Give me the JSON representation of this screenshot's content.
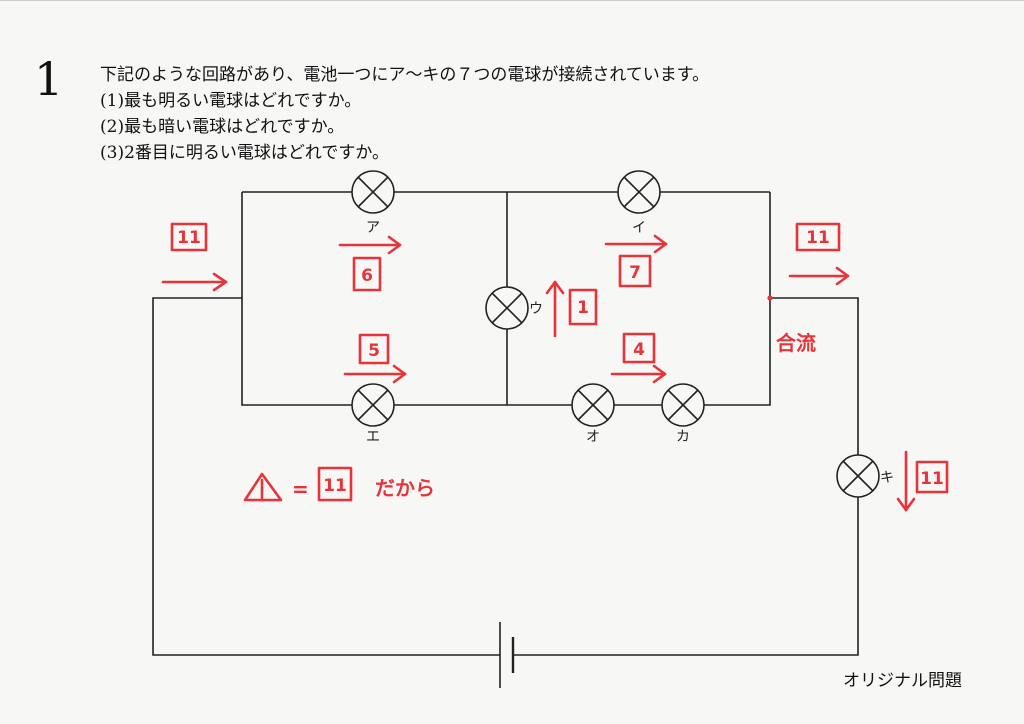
{
  "question": {
    "number": "1",
    "lines": [
      "下記のような回路があり、電池一つにア〜キの７つの電球が接続されています。",
      "(1)最も明るい電球はどれですか。",
      "(2)最も暗い電球はどれですか。",
      "(3)2番目に明るい電球はどれですか。"
    ]
  },
  "bulbs": {
    "a": "ア",
    "i": "イ",
    "u": "ウ",
    "e": "エ",
    "o": "オ",
    "ka": "カ",
    "ki": "キ"
  },
  "annotations": {
    "left_in": "11",
    "a_current": "6",
    "e_current": "5",
    "u_current": "1",
    "i_current": "7",
    "ok_current": "4",
    "right_out": "11",
    "gouryu": "合流",
    "ki_current": "11",
    "delta_text": "=",
    "delta_value": "11",
    "delta_suffix": "だから"
  },
  "footer": "オリジナル問題",
  "colors": {
    "ink": "#222222",
    "annotation": "#e8333a",
    "paper": "#f7f7f5"
  }
}
